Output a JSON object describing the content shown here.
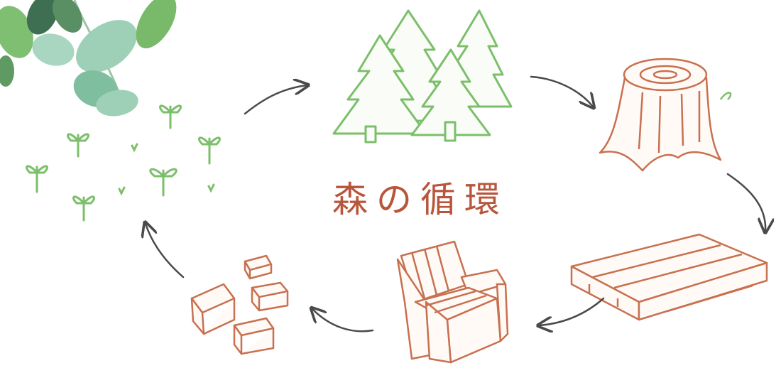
{
  "diagram": {
    "title": "森の循環",
    "stages": [
      {
        "name": "seedlings",
        "icon": "seedling-icon"
      },
      {
        "name": "forest",
        "icon": "forest-icon"
      },
      {
        "name": "stump",
        "icon": "tree-stump-icon"
      },
      {
        "name": "lumber",
        "icon": "lumber-planks-icon"
      },
      {
        "name": "furniture",
        "icon": "armchair-icon"
      },
      {
        "name": "wood-blocks",
        "icon": "wood-blocks-icon"
      }
    ],
    "colors": {
      "title": "#b8553a",
      "wood": "#c8704f",
      "green": "#7bbf6a",
      "leaf_light": "#9ed0b7",
      "leaf_mid": "#78b96a",
      "leaf_dark": "#3f6f53",
      "arrow": "#4a4a4a"
    }
  }
}
